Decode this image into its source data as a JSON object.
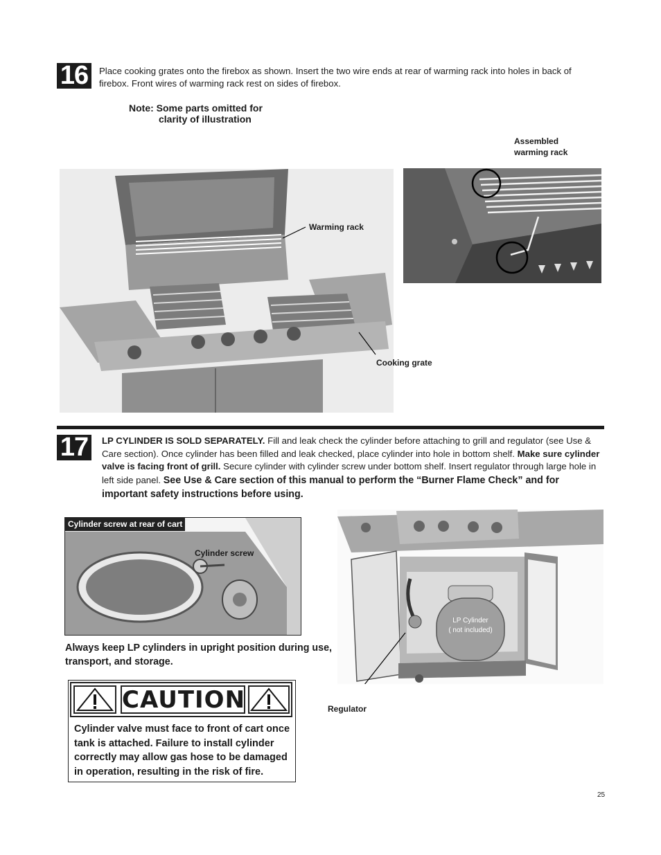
{
  "step16": {
    "number": "16",
    "text": "Place cooking grates onto the firebox as shown. Insert the two wire ends at rear of warming rack into holes in back of firebox. Front wires of warming rack rest on sides of firebox.",
    "note_line1": "Note: Some parts omitted for",
    "note_line2": "clarity of illustration",
    "label_assembled_line1": "Assembled",
    "label_assembled_line2": "warming rack",
    "label_warming_rack": "Warming rack",
    "label_cooking_grate": "Cooking grate"
  },
  "step17": {
    "number": "17",
    "text_bold1": "LP CYLINDER IS SOLD SEPARATELY.",
    "text_normal1": " Fill and leak check the cylinder before attaching to grill and regulator (see Use & Care section). Once cylinder has been filled and leak checked, place cylinder into hole in bottom shelf. ",
    "text_bold2": "Make sure cylinder valve is facing front of grill.",
    "text_normal2": " Secure cylinder with cylinder screw under bottom shelf. Insert regulator through large hole in left side panel. ",
    "text_bold3": "See Use & Care section of this manual to perform the “Burner Flame Check” and for important safety instructions before using.",
    "inset_header": "Cylinder screw at rear of cart",
    "label_cylinder_screw": "Cylinder screw",
    "upright_warning": "Always keep LP cylinders in upright position during use, transport, and storage.",
    "lp_cylinder_line1": "LP Cylinder",
    "lp_cylinder_line2": "( not included)",
    "label_regulator": "Regulator"
  },
  "caution": {
    "title": "CAUTION",
    "text": "Cylinder valve must face to front of cart once tank is attached. Failure to install cylinder correctly may allow gas hose to be damaged in operation, resulting in the risk of fire."
  },
  "page_number": "25"
}
